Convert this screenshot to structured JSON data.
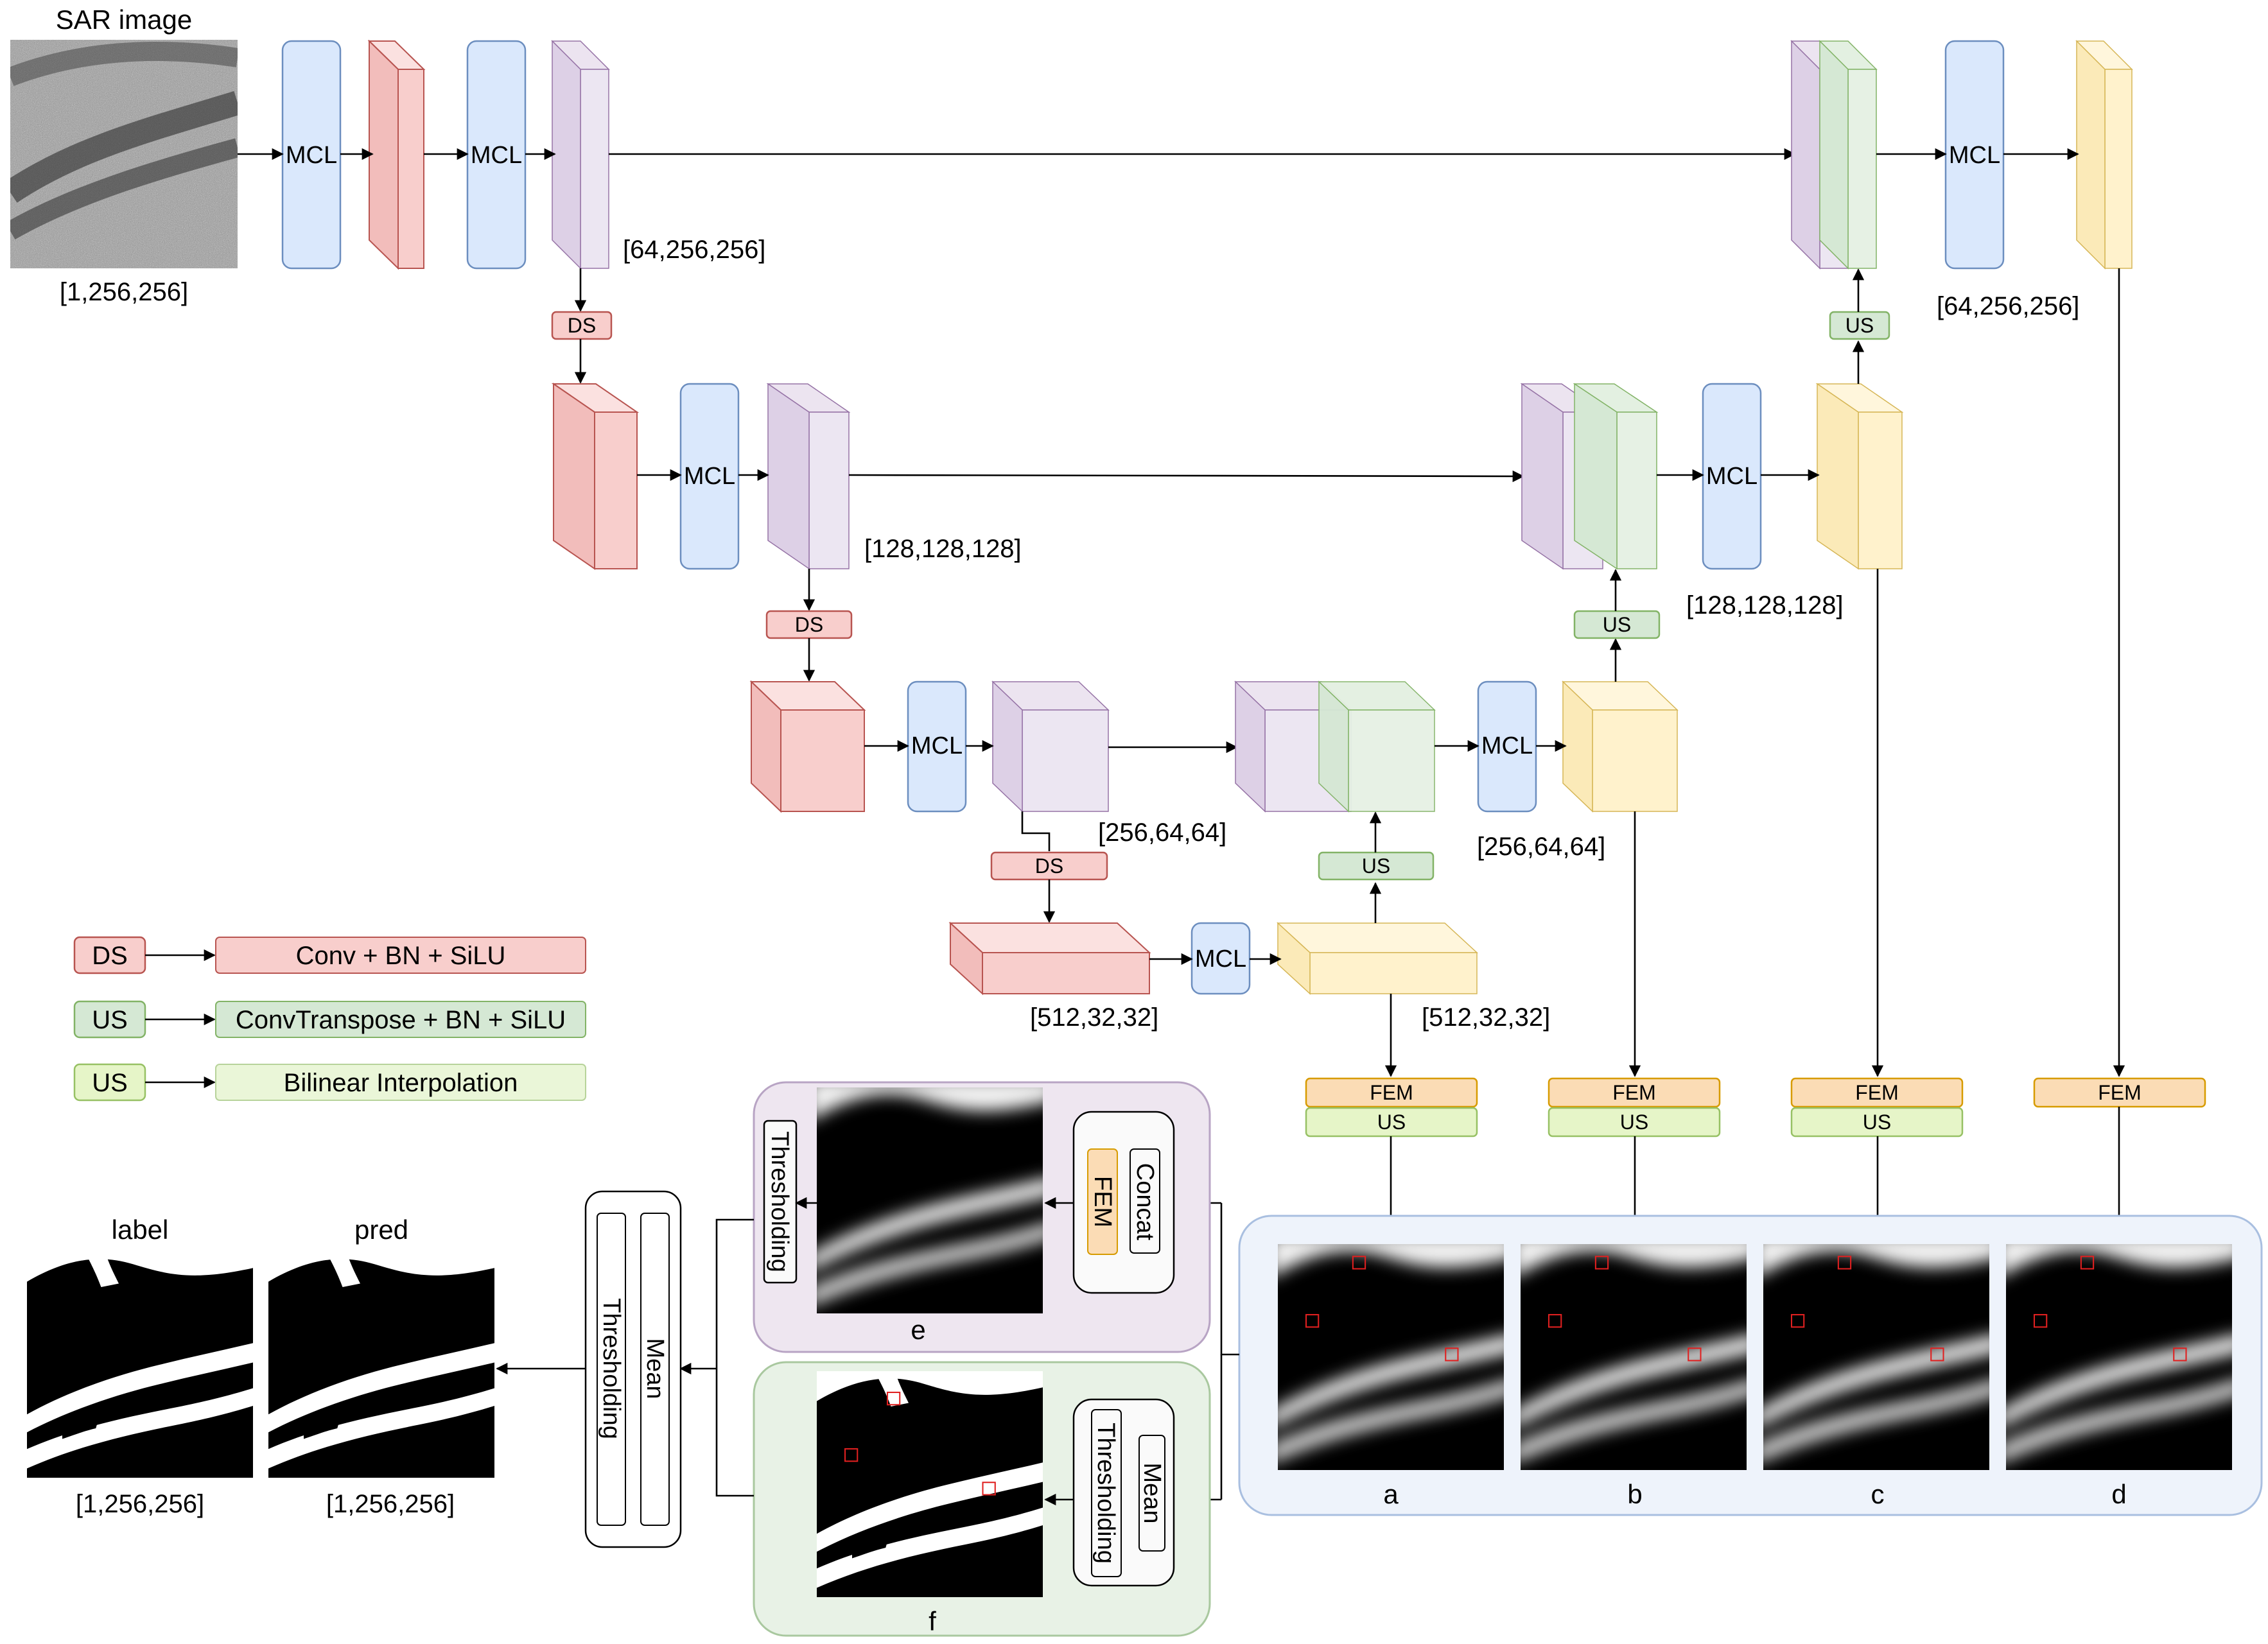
{
  "title_sar": "SAR image",
  "block_mcl": "MCL",
  "tag_ds": "DS",
  "tag_us": "US",
  "tag_fem": "FEM",
  "dims": {
    "input": "[1,256,256]",
    "enc1": "[64,256,256]",
    "enc2": "[128,128,128]",
    "enc3": "[256,64,64]",
    "bottleneck": "[512,32,32]",
    "bottleneck_out": "[512,32,32]",
    "dec3": "[256,64,64]",
    "dec2": "[128,128,128]",
    "dec1": "[64,256,256]",
    "label_dim": "[1,256,256]",
    "pred_dim": "[1,256,256]"
  },
  "legend": [
    {
      "tag": "DS",
      "desc": "Conv + BN + SiLU"
    },
    {
      "tag": "US",
      "desc": "ConvTranspose + BN + SiLU"
    },
    {
      "tag": "US",
      "desc": "Bilinear Interpolation"
    }
  ],
  "fusion": {
    "e_concat": "Concat",
    "e_fem": "FEM",
    "e_threshold": "Thresholding",
    "f_mean": "Mean",
    "f_threshold": "Thresholding",
    "final_mean": "Mean",
    "final_threshold": "Thresholding"
  },
  "outputs": {
    "a": "a",
    "b": "b",
    "c": "c",
    "d": "d",
    "e": "e",
    "f": "f"
  },
  "final_labels": {
    "label": "label",
    "pred": "pred"
  },
  "colors": {
    "mcl": "#dae8fc",
    "ds": "#f8cecc",
    "us": "#d5e8d4",
    "bilinear_us": "#e6f5c8",
    "fem": "#fbdcb5",
    "encoder_feature": "#e1d5e7",
    "decoder_feature": "#fff2cc",
    "panel_blue": "#eef3fb",
    "panel_purple": "#eee6f0",
    "panel_green": "#e8f2e6",
    "highlight_box": "#e02020"
  }
}
